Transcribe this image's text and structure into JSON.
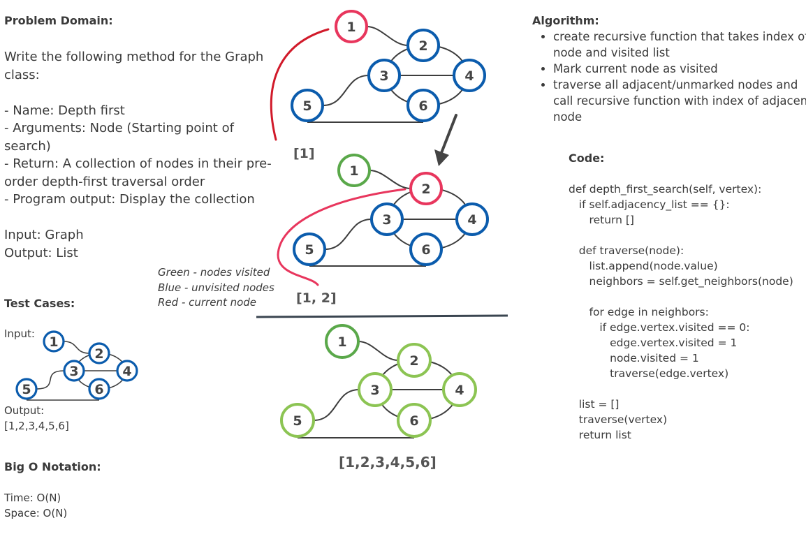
{
  "left": {
    "problem_heading": "Problem Domain:",
    "problem_lines": [
      "Write the following method for the Graph",
      "class:",
      "",
      "- Name: Depth first",
      "- Arguments: Node (Starting point of",
      "search)",
      "- Return: A collection of nodes in their pre-",
      "order depth-first traversal order",
      "- Program output: Display the collection",
      "",
      "Input: Graph",
      "Output: List"
    ],
    "test_heading": "Test Cases:",
    "input_label": "Input:",
    "output_label": "Output:",
    "output_value": "[1,2,3,4,5,6]",
    "bigo_heading": "Big O Notation:",
    "time": "Time: O(N)",
    "space": "Space: O(N)"
  },
  "legend": {
    "green": "Green - nodes visited",
    "blue": "Blue - unvisited nodes",
    "red": "Red - current node"
  },
  "graphs": {
    "node_labels": [
      "1",
      "2",
      "3",
      "4",
      "5",
      "6"
    ],
    "step1_label": "[1]",
    "step2_label": "[1, 2]",
    "final_label": "[1,2,3,4,5,6]"
  },
  "algorithm": {
    "heading": "Algorithm:",
    "bullets": [
      "create recursive function that takes index of node and visited list",
      "Mark current node as visited",
      "traverse all adjacent/unmarked nodes and call recursive function with index of adjacent node"
    ]
  },
  "code": {
    "heading": "Code:",
    "lines": [
      "def depth_first_search(self, vertex):",
      "   if self.adjacency_list == {}:",
      "      return []",
      "",
      "   def traverse(node):",
      "      list.append(node.value)",
      "      neighbors = self.get_neighbors(node)",
      "",
      "      for edge in neighbors:",
      "         if edge.vertex.visited == 0:",
      "            edge.vertex.visited = 1",
      "            node.visited = 1",
      "            traverse(edge.vertex)",
      "",
      "   list = []",
      "   traverse(vertex)",
      "   return list"
    ]
  },
  "colors": {
    "blue": "#0b5cad",
    "red": "#e8365d",
    "green": "#5aa84a",
    "lightgreen": "#8cc453",
    "edge": "#3d3d3d",
    "darkred": "#d11a2a"
  }
}
